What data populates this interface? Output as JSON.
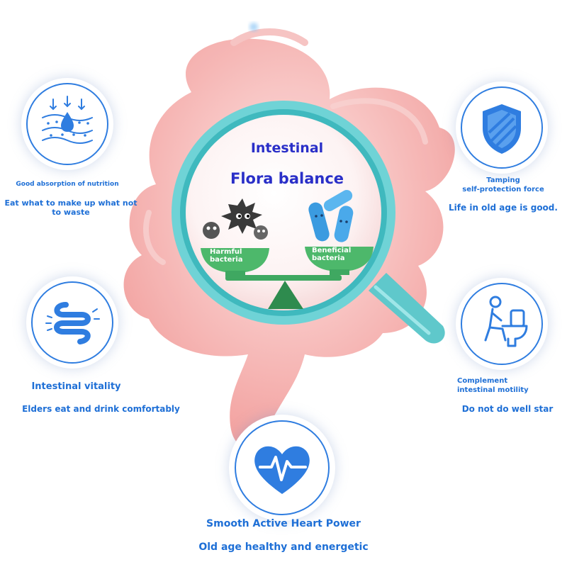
{
  "center": {
    "title_line1": "Intestinal",
    "title_line2": "Flora balance",
    "left_bowl": "Harmful\nbacteria",
    "right_bowl": "Beneficial\nbacteria"
  },
  "features": {
    "nutrition": {
      "icon": "absorption-icon",
      "caption": "Good absorption of nutrition",
      "detail": "Eat what to make up what not\nto waste"
    },
    "protection": {
      "icon": "shield-icon",
      "caption": "Tamping\nself-protection force",
      "detail": "Life in old age is good."
    },
    "vitality": {
      "icon": "intestine-icon",
      "caption": "Intestinal vitality",
      "detail": "Elders eat and drink comfortably"
    },
    "motility": {
      "icon": "toilet-icon",
      "caption": "Complement\nintestinal motility",
      "detail": "Do not do well star"
    },
    "heart": {
      "icon": "heart-pulse-icon",
      "caption": "Smooth Active Heart Power",
      "detail": "Old age healthy and energetic"
    }
  },
  "colors": {
    "accent_blue": "#1e6fd6",
    "title_blue": "#2a2fc8",
    "intestine_pink": "#f3a7a5",
    "magnifier_teal": "#6fd3d6",
    "scale_green": "#3fa861"
  }
}
